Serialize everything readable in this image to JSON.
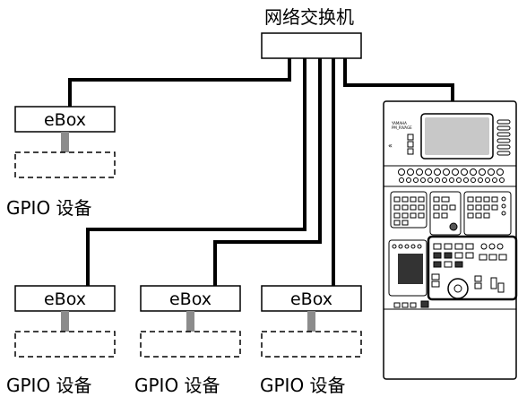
{
  "switch": {
    "label": "网络交换机"
  },
  "ebox_label": "eBox",
  "gpio_label": "GPIO 设备",
  "console": {
    "brand_line1": "YAMAHA",
    "brand_line2": "PM_RIVAGE"
  }
}
